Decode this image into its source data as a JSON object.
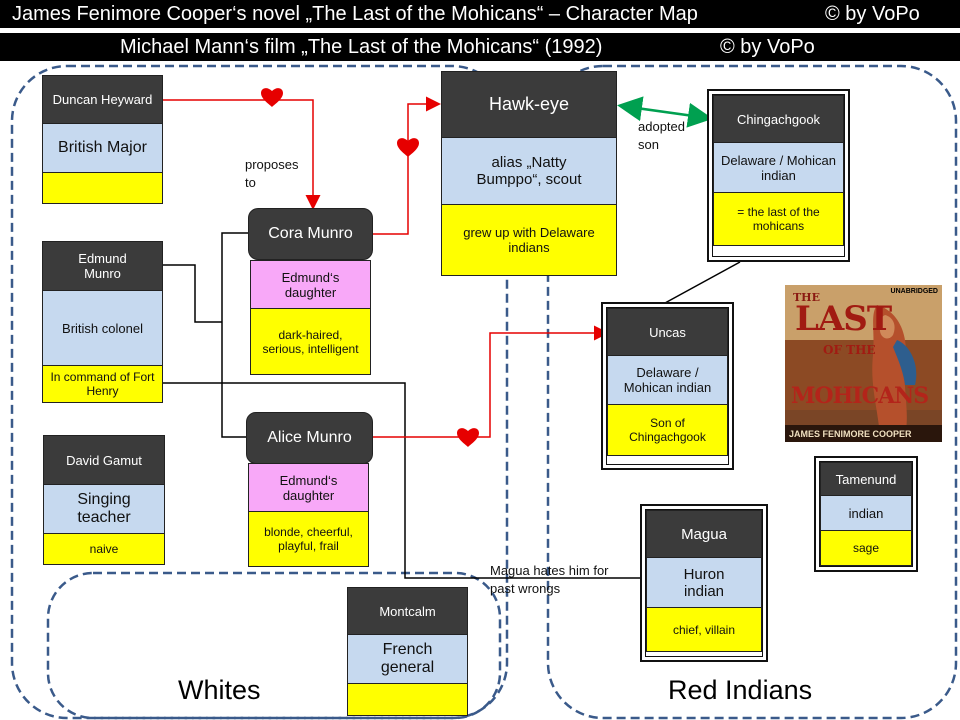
{
  "header": {
    "line1_title": "James Fenimore Cooper‘s novel „The Last of the Mohicans“ – Character  Map",
    "line1_copyright": "©    by VoPo",
    "line2_title": "Michael Mann‘s film „The Last of the Mohicans“  (1992)",
    "line2_copyright": "©    by VoPo"
  },
  "groups": {
    "whites": "Whites",
    "red_indians": "Red Indians"
  },
  "characters": {
    "duncan": {
      "name": "Duncan Heyward",
      "role": "British Major",
      "note": ""
    },
    "edmund": {
      "name": "Edmund Munro",
      "role": "British colonel",
      "note": "In command of Fort Henry"
    },
    "david": {
      "name": "David Gamut",
      "role": "Singing teacher",
      "note": "naive"
    },
    "cora": {
      "name": "Cora Munro",
      "role": "Edmund‘s daughter",
      "note": "dark-haired, serious, intelligent"
    },
    "alice": {
      "name": "Alice Munro",
      "role": "Edmund‘s daughter",
      "note": "blonde, cheerful, playful, frail"
    },
    "hawkeye": {
      "name": "Hawk-eye",
      "role": "alias „Natty Bumppo“, scout",
      "note": "grew up with Delaware indians"
    },
    "chingachgook": {
      "name": "Chingachgook",
      "role": "Delaware / Mohican indian",
      "note": "= the last of the mohicans"
    },
    "uncas": {
      "name": "Uncas",
      "role": "Delaware / Mohican indian",
      "note": "Son of Chingachgook"
    },
    "magua": {
      "name": "Magua",
      "role": "Huron indian",
      "note": "chief, villain"
    },
    "tamenund": {
      "name": "Tamenund",
      "role": "indian",
      "note": "sage"
    },
    "montcalm": {
      "name": "Montcalm",
      "role": "French general",
      "note": ""
    }
  },
  "relations": {
    "proposes": "proposes\nto",
    "adopted": "adopted\nson",
    "magua_hates": "Magua hates him for\npast wrongs"
  },
  "book_cover": {
    "badge": "UNABRIDGED",
    "title_line1": "LAST",
    "title_line2": "OF THE",
    "title_line3": "MOHICANS",
    "title_small": "THE",
    "author": "JAMES FENIMORE COOPER"
  },
  "colors": {
    "header_bar": "#000000",
    "card_header": "#3b3b3b",
    "card_role": "#c6d9ef",
    "card_note": "#ffff00",
    "card_daughter": "#f8a8f8",
    "love_line": "#e60000",
    "adopted_line": "#00a050",
    "group_outline": "#3a5a8a"
  }
}
